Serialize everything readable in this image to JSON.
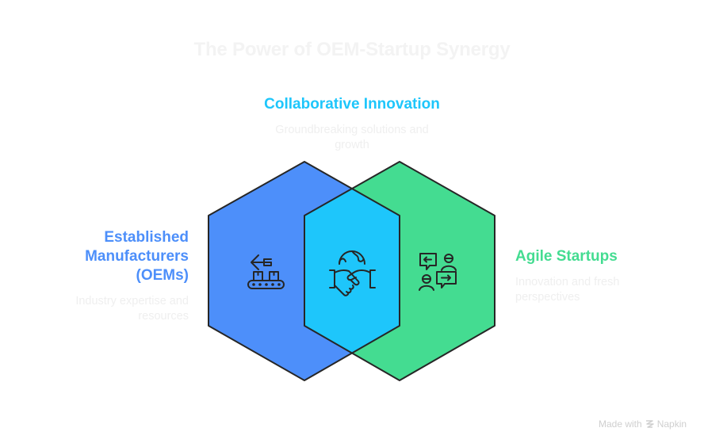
{
  "title": "The Power of OEM-Startup Synergy",
  "colors": {
    "oem": "#4d8ffa",
    "overlap": "#1ec6fb",
    "startup": "#44dc91",
    "stroke": "#262626",
    "title_text": "#f3f3f3",
    "desc_text": "#efefef"
  },
  "sections": {
    "collaborative": {
      "label": "Collaborative Innovation",
      "description": "Groundbreaking solutions and growth",
      "icon": "handshake-globe-icon"
    },
    "oem": {
      "label": "Established Manufacturers (OEMs)",
      "description": "Industry expertise and resources",
      "icon": "conveyor-belt-icon"
    },
    "startup": {
      "label": "Agile Startups",
      "description": "Innovation and fresh perspectives",
      "icon": "people-exchange-icon"
    }
  },
  "footer": {
    "made_with": "Made with",
    "brand": "Napkin"
  }
}
